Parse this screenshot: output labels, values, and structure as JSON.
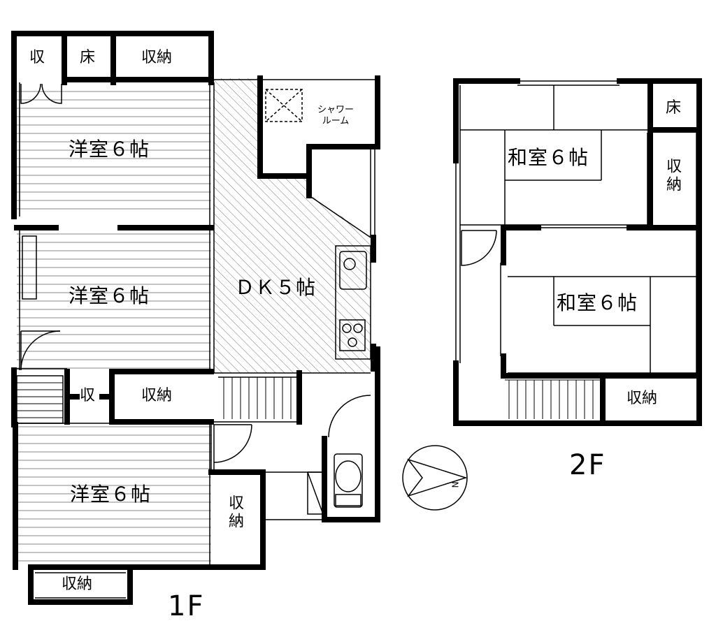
{
  "floors": {
    "f1": {
      "label": "1F",
      "rooms": {
        "western_1": "洋室６帖",
        "western_2": "洋室６帖",
        "western_3": "洋室６帖",
        "dk": "ＤＫ５帖",
        "shower": "シャワー\nルーム",
        "top_closet_small": "収",
        "top_alcove": "床",
        "top_storage": "収納",
        "mid_closet_small": "収",
        "mid_storage": "収納",
        "right_storage": "収納",
        "bottom_storage": "収納"
      }
    },
    "f2": {
      "label": "2F",
      "rooms": {
        "japanese_1": "和室６帖",
        "japanese_2": "和室６帖",
        "alcove": "床",
        "side_storage": "収納",
        "bottom_storage": "収納"
      }
    }
  },
  "compass": {
    "north_label": "N"
  }
}
